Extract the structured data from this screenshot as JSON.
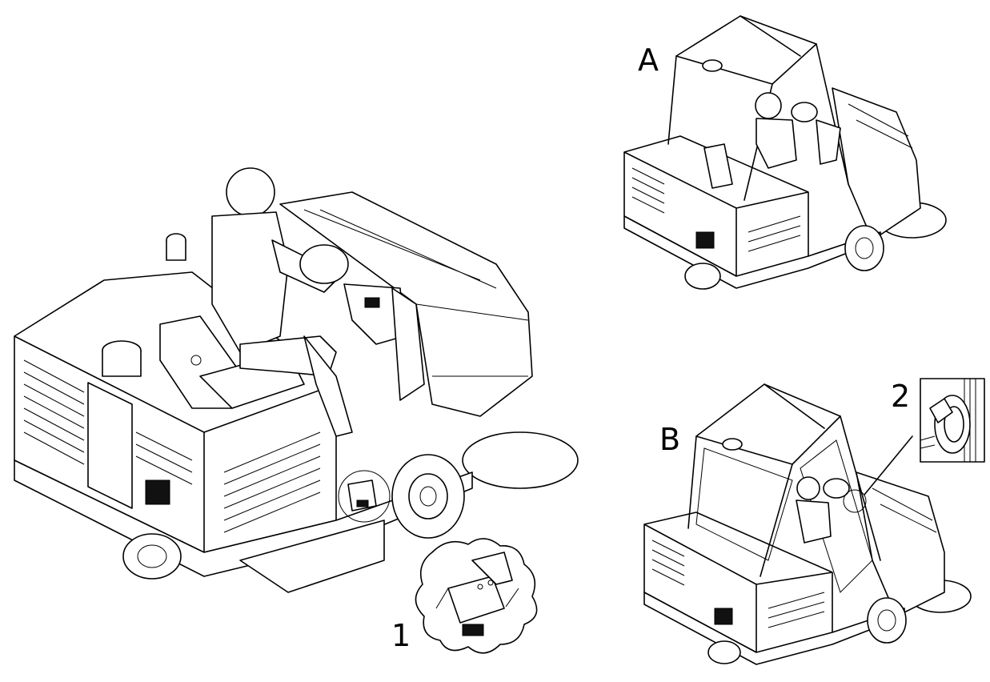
{
  "figure": {
    "callouts": {
      "a": "A",
      "b": "B",
      "one": "1",
      "two": "2"
    }
  }
}
